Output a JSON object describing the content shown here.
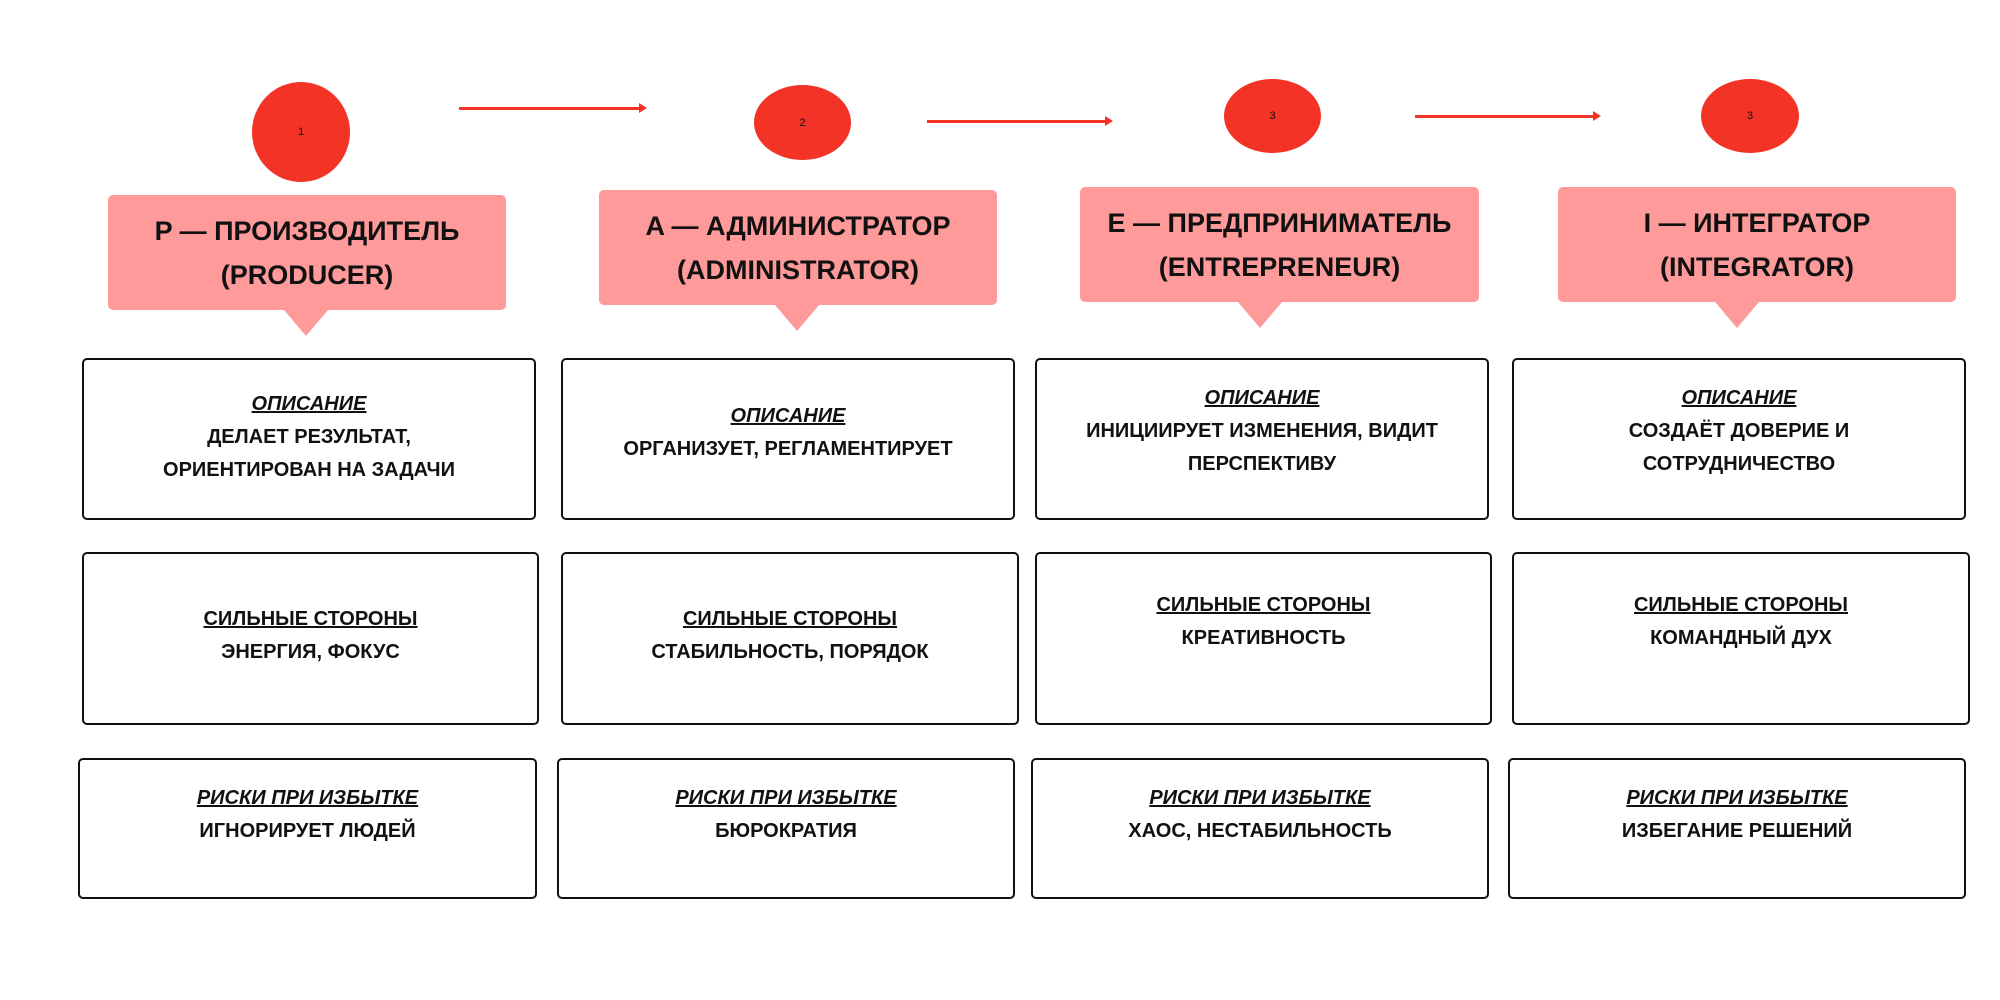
{
  "colors": {
    "circle": "#f23325",
    "callout": "#ff9a9a",
    "border": "#111111"
  },
  "steps": [
    "1",
    "2",
    "3",
    "3"
  ],
  "roles": [
    {
      "title": "P — ПРОИЗВОДИТЕЛЬ",
      "subtitle": "(PRODUCER)",
      "description": {
        "heading": "ОПИСАНИЕ",
        "lines": [
          "ДЕЛАЕТ РЕЗУЛЬТАТ,",
          "ОРИЕНТИРОВАН НА ЗАДАЧИ"
        ]
      },
      "strengths": {
        "heading": "СИЛЬНЫЕ СТОРОНЫ",
        "text": "ЭНЕРГИЯ, ФОКУС"
      },
      "risks": {
        "heading": "РИСКИ  ПРИ ИЗБЫТКЕ",
        "text": "ИГНОРИРУЕТ ЛЮДЕЙ"
      }
    },
    {
      "title": "A — АДМИНИСТРАТОР",
      "subtitle": "(ADMINISTRATOR)",
      "description": {
        "heading": "ОПИСАНИЕ",
        "lines": [
          "ОРГАНИЗУЕТ, РЕГЛАМЕНТИРУЕТ"
        ]
      },
      "strengths": {
        "heading": "СИЛЬНЫЕ СТОРОНЫ",
        "text": "СТАБИЛЬНОСТЬ, ПОРЯДОК"
      },
      "risks": {
        "heading": "РИСКИ  ПРИ ИЗБЫТКЕ",
        "text": "БЮРОКРАТИЯ"
      }
    },
    {
      "title": "E — ПРЕДПРИНИМАТЕЛЬ",
      "subtitle": "(ENTREPRENEUR)",
      "description": {
        "heading": "ОПИСАНИЕ",
        "lines": [
          "ИНИЦИИРУЕТ ИЗМЕНЕНИЯ, ВИДИТ",
          "ПЕРСПЕКТИВУ"
        ]
      },
      "strengths": {
        "heading": "СИЛЬНЫЕ СТОРОНЫ",
        "text": "КРЕАТИВНОСТЬ"
      },
      "risks": {
        "heading": "РИСКИ  ПРИ ИЗБЫТКЕ",
        "text": "ХАОС, НЕСТАБИЛЬНОСТЬ"
      }
    },
    {
      "title": "I — ИНТЕГРАТОР",
      "subtitle": "(INTEGRATOR)",
      "description": {
        "heading": "ОПИСАНИЕ",
        "lines": [
          "СОЗДАЁТ ДОВЕРИЕ И",
          "СОТРУДНИЧЕСТВО"
        ]
      },
      "strengths": {
        "heading": "СИЛЬНЫЕ СТОРОНЫ",
        "text": "КОМАНДНЫЙ ДУХ"
      },
      "risks": {
        "heading": "РИСКИ  ПРИ ИЗБЫТКЕ",
        "text": "ИЗБЕГАНИЕ РЕШЕНИЙ"
      }
    }
  ]
}
